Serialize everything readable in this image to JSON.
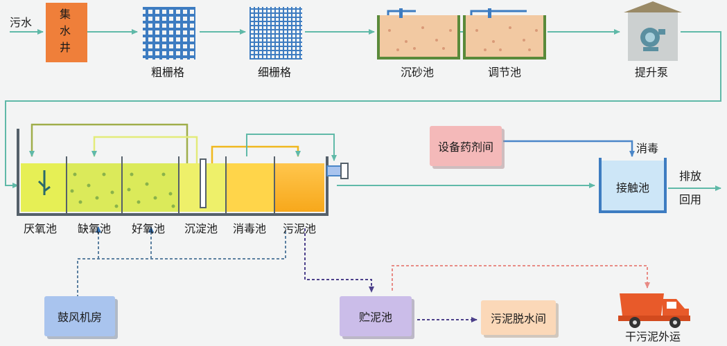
{
  "inlet": "污水",
  "collection_well": [
    "集",
    "水",
    "井"
  ],
  "top_row": {
    "coarse_screen": "粗栅格",
    "fine_screen": "细栅格",
    "grit_chamber": "沉砂池",
    "equalization_tank": "调节池",
    "lift_pump": "提升泵"
  },
  "tanks": {
    "anaerobic": "厌氧池",
    "anoxic": "缺氧池",
    "aerobic": "好氧池",
    "sedimentation": "沉淀池",
    "disinfection": "消毒池",
    "sludge": "污泥池"
  },
  "chemical_room": "设备药剂间",
  "disinfect_label": "消毒",
  "contact_tank": "接触池",
  "discharge": "排放",
  "reuse": "回用",
  "blower_room": "鼓风机房",
  "sludge_storage": "贮泥池",
  "dewatering_room": "污泥脱水间",
  "dry_sludge_out": "干污泥外运",
  "colors": {
    "flow_line": "#5fb9a8",
    "collection_well": "#ef7f3a",
    "screen": "#3d7cc1",
    "tank_wall": "#55606a",
    "soil": "#f2c9a2",
    "chemical_room": "#f4b9b9",
    "blower_room": "#a9c4ee",
    "sludge_storage": "#cbbde9",
    "dewatering_room": "#fbd8b8",
    "truck": "#e85a2a"
  }
}
